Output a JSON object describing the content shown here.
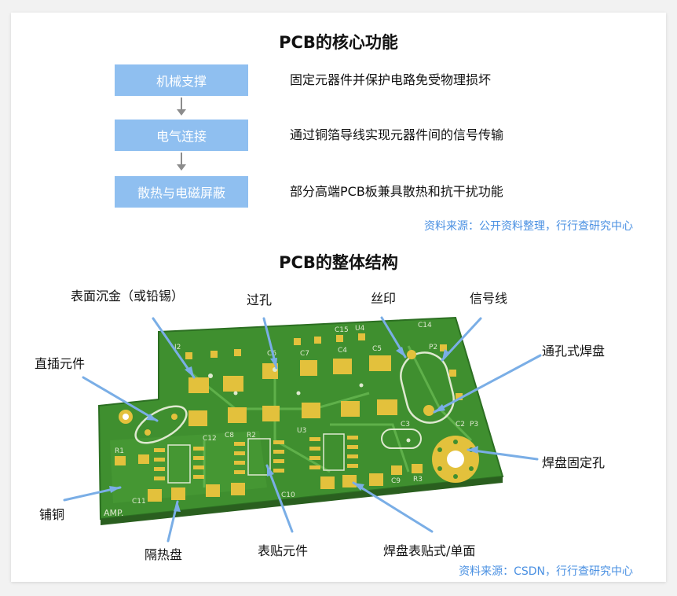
{
  "section1": {
    "title": "PCB的核心功能",
    "functions": [
      {
        "name": "机械支撑",
        "desc": "固定元器件并保护电路免受物理损坏"
      },
      {
        "name": "电气连接",
        "desc": "通过铜箔导线实现元器件间的信号传输"
      },
      {
        "name": "散热与电磁屏蔽",
        "desc": "部分高端PCB板兼具散热和抗干扰功能"
      }
    ],
    "source": "资料来源：公开资料整理，行行查研究中心"
  },
  "section2": {
    "title": "PCB的整体结构",
    "labels": {
      "surface": "表面沉金（或铅锡）",
      "via": "过孔",
      "silkscreen": "丝印",
      "signal": "信号线",
      "through_hole_component": "直插元件",
      "through_hole_pad": "通孔式焊盘",
      "mounting_hole": "焊盘固定孔",
      "copper_pour": "铺铜",
      "thermal_pad": "隔热盘",
      "smd_component": "表贴元件",
      "smd_pad": "焊盘表贴式/单面"
    },
    "silkscreen_marks": [
      "J2",
      "C6",
      "C7",
      "C15",
      "U4",
      "C4",
      "C5",
      "C14",
      "P2",
      "C12",
      "C8",
      "R2",
      "U3",
      "C3",
      "C2",
      "P3",
      "R1",
      "C9",
      "R3",
      "C11",
      "C10",
      "AMP."
    ],
    "source": "资料来源：CSDN，行行查研究中心"
  },
  "colors": {
    "box_fill": "#8fbff0",
    "source_text": "#4a90e2",
    "board_green": "#3f8f2f",
    "pad_gold": "#e3c13c",
    "pointer_blue": "#7aaee6"
  }
}
